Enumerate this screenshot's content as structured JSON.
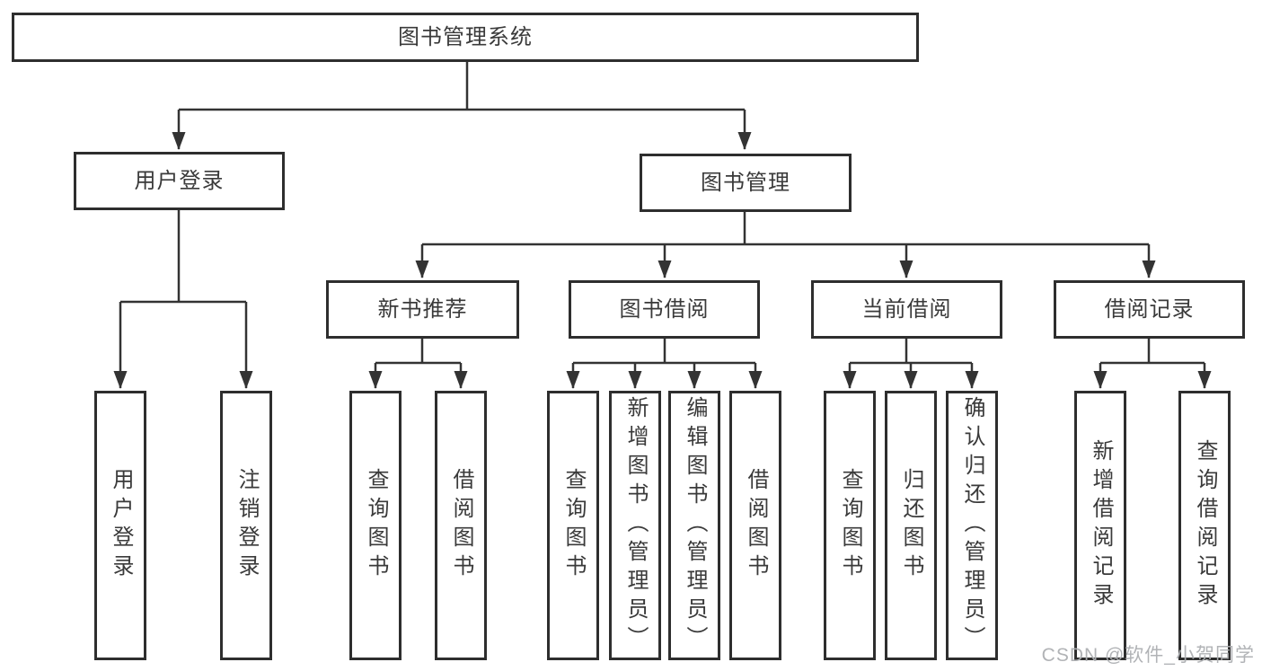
{
  "diagram_title": "图书管理系统",
  "nodes": {
    "root": {
      "label": "图书管理系统"
    },
    "level2": [
      {
        "label": "用户登录"
      },
      {
        "label": "图书管理"
      }
    ],
    "level3": [
      {
        "label": "新书推荐"
      },
      {
        "label": "图书借阅"
      },
      {
        "label": "当前借阅"
      },
      {
        "label": "借阅记录"
      }
    ],
    "leaves": [
      {
        "label": "用户登录"
      },
      {
        "label": "注销登录"
      },
      {
        "label": "查询图书"
      },
      {
        "label": "借阅图书"
      },
      {
        "label": "查询图书"
      },
      {
        "label": "新增图书（管理员）"
      },
      {
        "label": "编辑图书（管理员）"
      },
      {
        "label": "借阅图书"
      },
      {
        "label": "查询图书"
      },
      {
        "label": "归还图书"
      },
      {
        "label": "确认归还（管理员）"
      },
      {
        "label": "新增借阅记录"
      },
      {
        "label": "查询借阅记录"
      }
    ]
  },
  "watermark": {
    "text": "CSDN @软件_小贺同学"
  },
  "colors": {
    "line": "#333333",
    "box_border": "#2e2e2e",
    "text": "#3a3a3a",
    "watermark": "#adafb2",
    "background": "#ffffff"
  }
}
